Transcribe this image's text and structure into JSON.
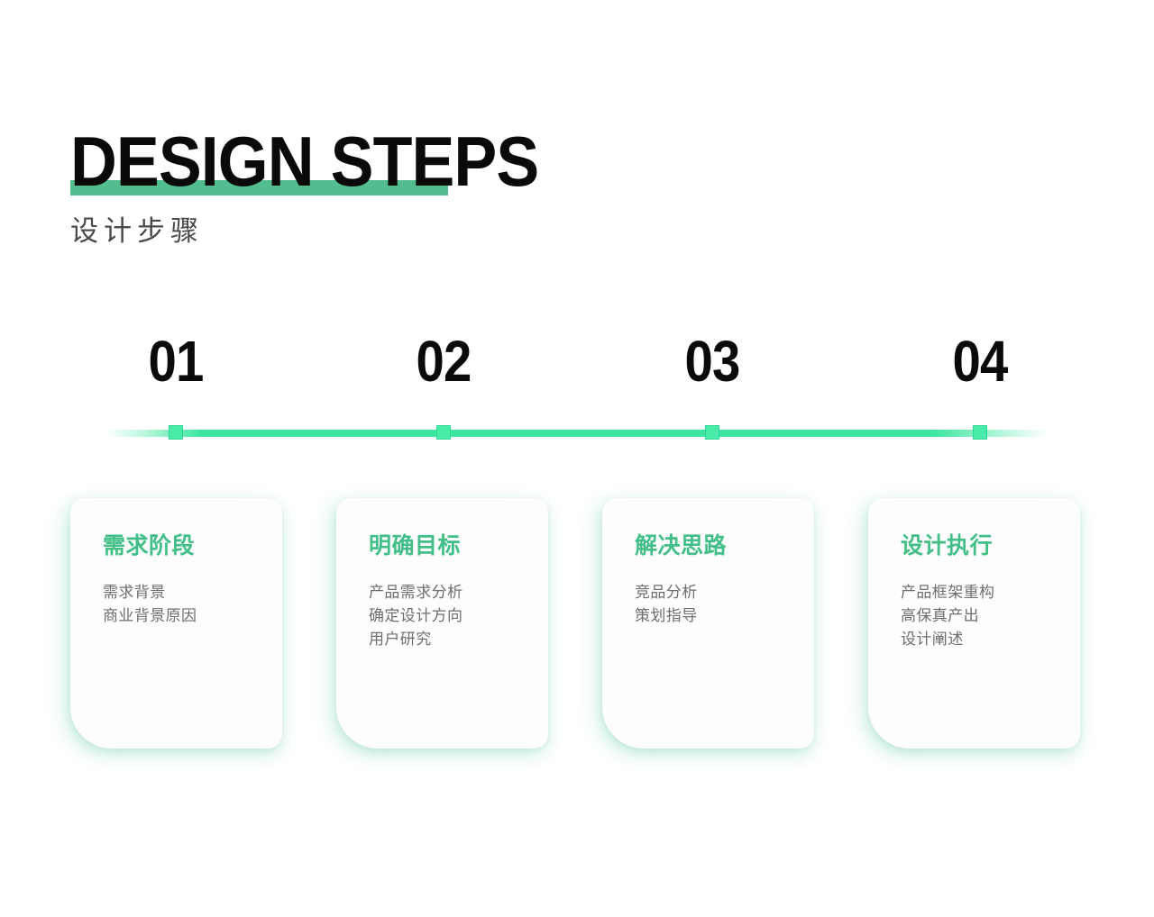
{
  "header": {
    "title_en": "DESIGN STEPS",
    "subtitle_zh": "设计步骤",
    "highlight_color": "#53bd8f"
  },
  "theme": {
    "accent_green": "#3de6a0",
    "heading_green": "#41bf86",
    "bar_green": "#53bd8f",
    "body_gray": "#6e6e6e",
    "subtitle_gray": "#4a4a4a",
    "number_black": "#0a0a0a",
    "background": "#ffffff"
  },
  "timeline": {
    "markers": [
      "marker-01",
      "marker-02",
      "marker-03",
      "marker-04"
    ]
  },
  "steps": [
    {
      "number": "01",
      "heading": "需求阶段",
      "lines": [
        "需求背景",
        "商业背景原因"
      ]
    },
    {
      "number": "02",
      "heading": "明确目标",
      "lines": [
        "产品需求分析",
        "确定设计方向",
        "用户研究"
      ]
    },
    {
      "number": "03",
      "heading": "解决思路",
      "lines": [
        "竞品分析",
        "策划指导"
      ]
    },
    {
      "number": "04",
      "heading": "设计执行",
      "lines": [
        "产品框架重构",
        "高保真产出",
        "设计阐述"
      ]
    }
  ]
}
